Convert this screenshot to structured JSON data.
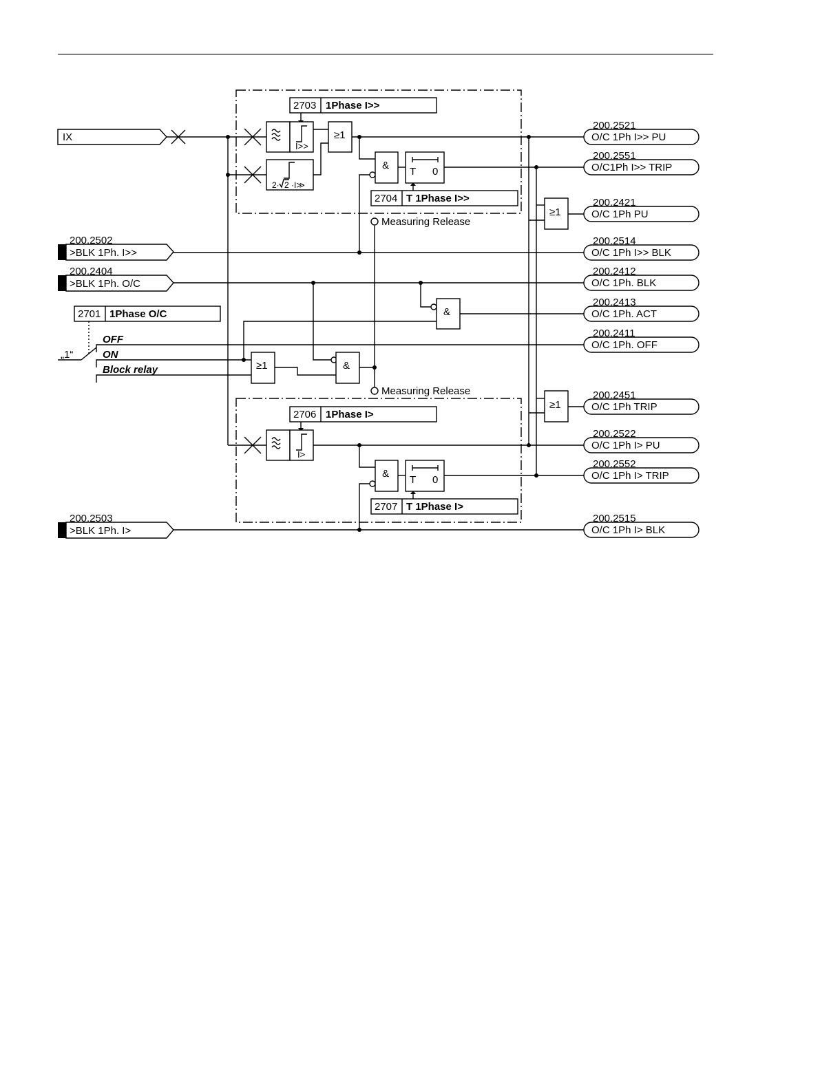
{
  "inputs": {
    "ix": "IX",
    "blk_high": {
      "num": "200.2502",
      "label": ">BLK 1Ph. I>>"
    },
    "blk_oc": {
      "num": "200.2404",
      "label": ">BLK 1Ph. O/C"
    },
    "blk_low": {
      "num": "200.2503",
      "label": ">BLK 1Ph. I>"
    }
  },
  "settings": {
    "high": {
      "num": "2703",
      "label": "1Phase I>>"
    },
    "high_t": {
      "num": "2704",
      "label": "T 1Phase I>>"
    },
    "func": {
      "num": "2701",
      "label": "1Phase O/C"
    },
    "low": {
      "num": "2706",
      "label": "1Phase I>"
    },
    "low_t": {
      "num": "2707",
      "label": "T 1Phase I>"
    }
  },
  "switch": {
    "one": "„1“",
    "off": "OFF",
    "on": "ON",
    "block": "Block relay"
  },
  "measuring_release": "Measuring Release",
  "gates": {
    "or": "≥1",
    "and": "&",
    "timer_t": "T",
    "timer_0": "0"
  },
  "thresholds": {
    "high": "I>>",
    "low": "I>",
    "inrush_a": "2·",
    "inrush_b": "2",
    "inrush_c": "·I≫"
  },
  "outputs": [
    {
      "num": "200.2521",
      "label": "O/C 1Ph I>> PU"
    },
    {
      "num": "200.2551",
      "label": "O/C1Ph I>> TRIP"
    },
    {
      "num": "200.2421",
      "label": "O/C 1Ph PU"
    },
    {
      "num": "200.2514",
      "label": "O/C 1Ph I>> BLK"
    },
    {
      "num": "200.2412",
      "label": "O/C 1Ph. BLK"
    },
    {
      "num": "200.2413",
      "label": "O/C 1Ph. ACT"
    },
    {
      "num": "200.2411",
      "label": "O/C 1Ph. OFF"
    },
    {
      "num": "200.2451",
      "label": "O/C 1Ph TRIP"
    },
    {
      "num": "200.2522",
      "label": "O/C 1Ph I> PU"
    },
    {
      "num": "200.2552",
      "label": "O/C 1Ph I> TRIP"
    },
    {
      "num": "200.2515",
      "label": "O/C 1Ph I> BLK"
    }
  ]
}
